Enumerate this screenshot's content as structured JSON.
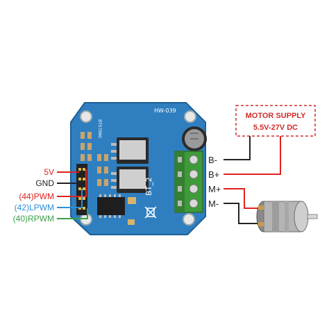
{
  "board": {
    "model": "HW-039",
    "designator": "BT_2",
    "chip_marking": "BTS7960"
  },
  "pins": [
    {
      "label": "5V",
      "color": "#e02020"
    },
    {
      "label": "GND",
      "color": "#222222"
    },
    {
      "label": "(44)PWM",
      "color": "#e02020"
    },
    {
      "label": "(42)LPWM",
      "color": "#2a8fd8"
    },
    {
      "label": "(40)RPWM",
      "color": "#3aa048"
    }
  ],
  "terminals": [
    {
      "label": "B-",
      "wire_color": "#222222"
    },
    {
      "label": "B+",
      "wire_color": "#e02020"
    },
    {
      "label": "M+",
      "wire_color": "#e02020"
    },
    {
      "label": "M-",
      "wire_color": "#222222"
    }
  ],
  "supply": {
    "line1": "MOTOR SUPPLY",
    "line2": "5.5V-27V DC",
    "color": "#d22b2b"
  },
  "colors": {
    "pcb": "#2f7fc0",
    "pcb_dark": "#1f5f98",
    "terminal_block": "#3f9a3a"
  }
}
